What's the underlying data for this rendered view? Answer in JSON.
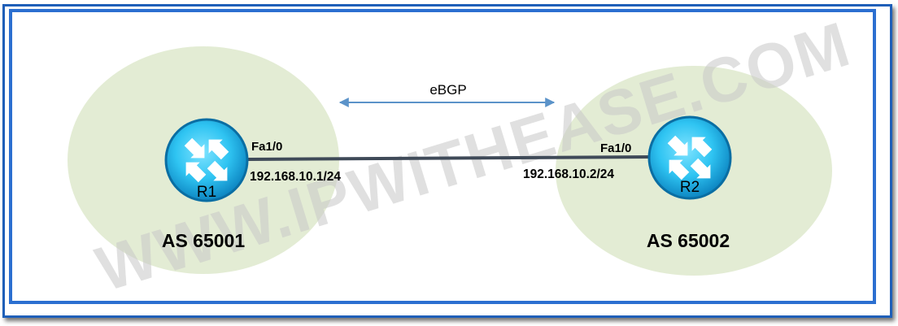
{
  "link": {
    "protocol": "eBGP"
  },
  "routers": [
    {
      "name": "R1",
      "as_label": "AS 65001",
      "interface": "Fa1/0",
      "ip": "192.168.10.1/24"
    },
    {
      "name": "R2",
      "as_label": "AS 65002",
      "interface": "Fa1/0",
      "ip": "192.168.10.2/24"
    }
  ],
  "watermark": "WWW.IPWITHEASE.COM",
  "colors": {
    "frame_border": "#2b6fd0",
    "as_bubble": "#e3ecd4",
    "router_fill": "#2fc4f2",
    "link_line": "#3f4a58",
    "arrow": "#5b93c9"
  }
}
